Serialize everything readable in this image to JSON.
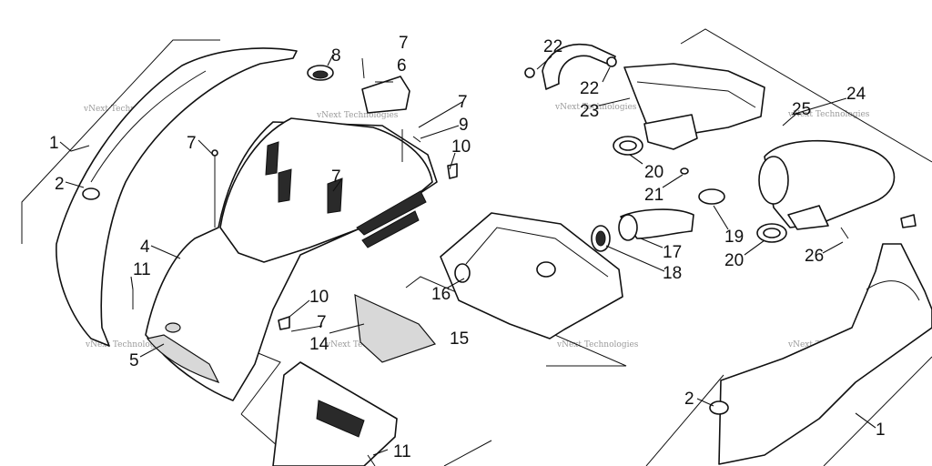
{
  "watermark": "vNext Technologies",
  "callouts": [
    {
      "id": "c1a",
      "label": "1"
    },
    {
      "id": "c2a",
      "label": "2"
    },
    {
      "id": "c4",
      "label": "4"
    },
    {
      "id": "c5",
      "label": "5"
    },
    {
      "id": "c7a",
      "label": "7"
    },
    {
      "id": "c11a",
      "label": "11"
    },
    {
      "id": "c8",
      "label": "8"
    },
    {
      "id": "c7b",
      "label": "7"
    },
    {
      "id": "c6",
      "label": "6"
    },
    {
      "id": "c7c",
      "label": "7"
    },
    {
      "id": "c9",
      "label": "9"
    },
    {
      "id": "c10a",
      "label": "10"
    },
    {
      "id": "c7d",
      "label": "7"
    },
    {
      "id": "c10b",
      "label": "10"
    },
    {
      "id": "c7e",
      "label": "7"
    },
    {
      "id": "c14",
      "label": "14"
    },
    {
      "id": "c11b",
      "label": "11"
    },
    {
      "id": "c22a",
      "label": "22"
    },
    {
      "id": "c22b",
      "label": "22"
    },
    {
      "id": "c23",
      "label": "23"
    },
    {
      "id": "c20a",
      "label": "20"
    },
    {
      "id": "c21",
      "label": "21"
    },
    {
      "id": "c24",
      "label": "24"
    },
    {
      "id": "c25",
      "label": "25"
    },
    {
      "id": "c19",
      "label": "19"
    },
    {
      "id": "c20b",
      "label": "20"
    },
    {
      "id": "c26",
      "label": "26"
    },
    {
      "id": "c17",
      "label": "17"
    },
    {
      "id": "c18",
      "label": "18"
    },
    {
      "id": "c16",
      "label": "16"
    },
    {
      "id": "c15",
      "label": "15"
    },
    {
      "id": "c2b",
      "label": "2"
    },
    {
      "id": "c1b",
      "label": "1"
    }
  ]
}
